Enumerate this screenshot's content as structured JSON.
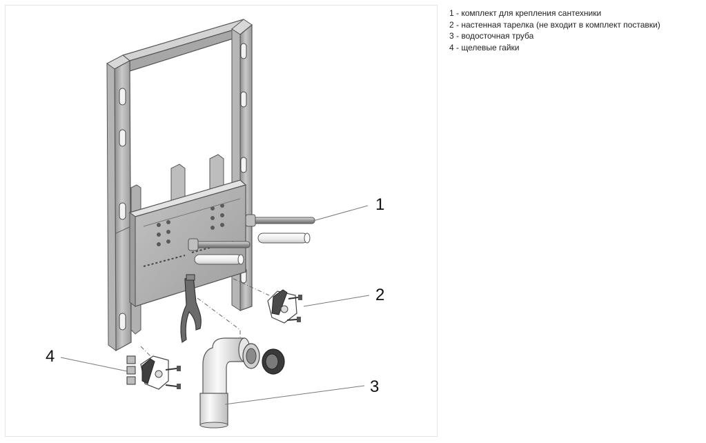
{
  "legend": [
    "1 - комплект для крепления сантехники",
    "2 - настенная тарелка (не входит в комплект поставки)",
    "3 - водосточная труба",
    "4 - щелевые гайки"
  ],
  "callouts": [
    "1",
    "2",
    "3",
    "4"
  ]
}
